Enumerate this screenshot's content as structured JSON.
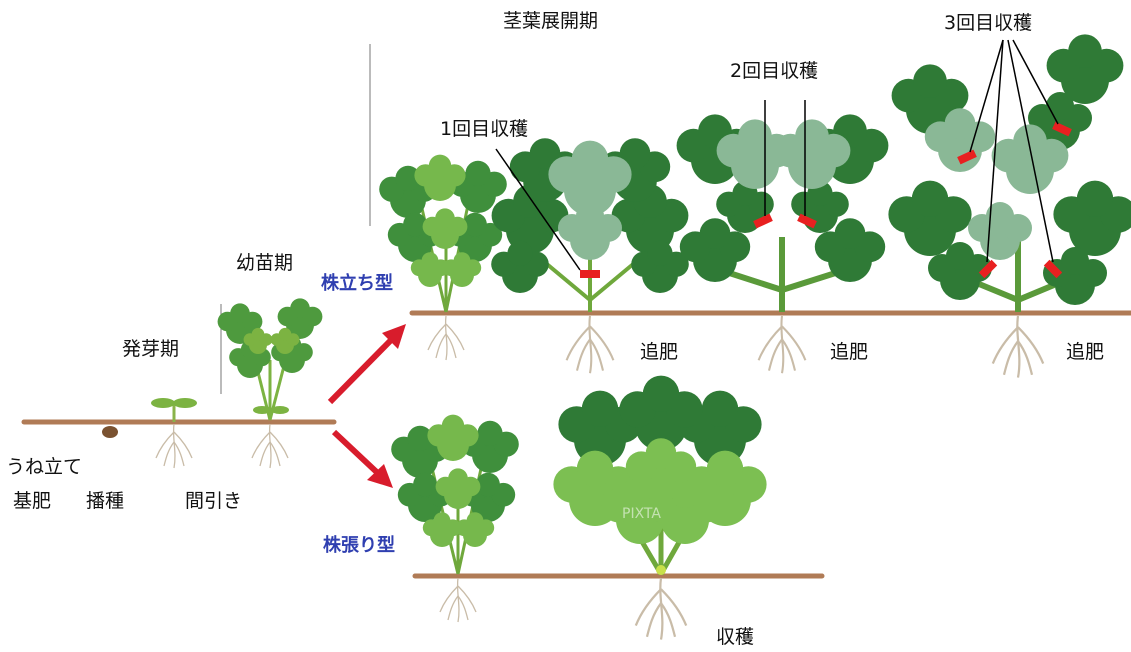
{
  "stages": {
    "ridge_making": "うね立て",
    "base_fertilizer": "基肥",
    "sowing": "播種",
    "thinning": "間引き",
    "germination": "発芽期",
    "seedling": "幼苗期",
    "stem_leaf_expansion": "茎葉展開期"
  },
  "types": {
    "upright": "株立ち型",
    "spreading": "株張り型"
  },
  "harvests": {
    "first": "1回目収穫",
    "second": "2回目収穫",
    "third": "3回目収穫",
    "single": "収穫"
  },
  "topdressing": {
    "first": "追肥",
    "second": "追肥",
    "third": "追肥"
  },
  "watermark": "PIXTA",
  "colors": {
    "soil": "#b07b56",
    "leaf_dark": "#2f7a36",
    "leaf_light": "#6fb24a",
    "harvest_mark": "#e82020",
    "arrow": "#d81c2c",
    "type_label": "#2f3fb0"
  }
}
